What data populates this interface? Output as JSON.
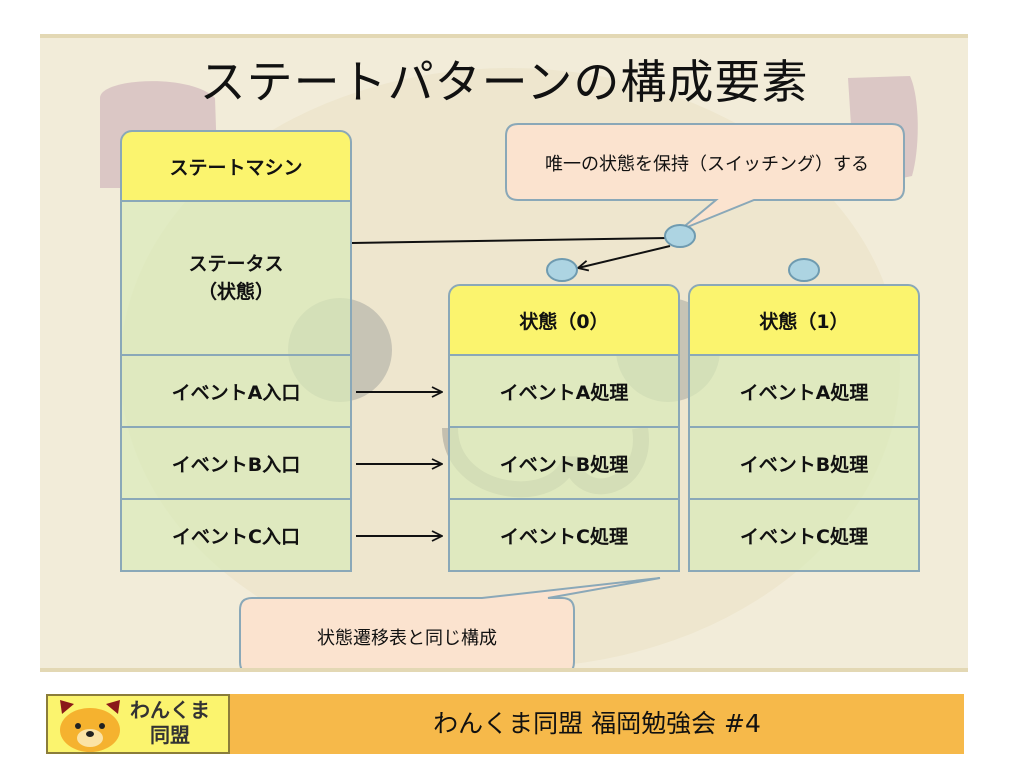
{
  "slide": {
    "title": "ステートパターンの構成要素",
    "state_machine": {
      "header": "ステートマシン",
      "status": [
        "ステータス",
        "（状態）"
      ],
      "events": [
        "イベントA入口",
        "イベントB入口",
        "イベントC入口"
      ]
    },
    "states": [
      {
        "header": "状態（0）",
        "events": [
          "イベントA処理",
          "イベントB処理",
          "イベントC処理"
        ]
      },
      {
        "header": "状態（1）",
        "events": [
          "イベントA処理",
          "イベントB処理",
          "イベントC処理"
        ]
      }
    ],
    "callout_top": "唯一の状態を保持（スイッチング）する",
    "callout_bottom": "状態遷移表と同じ構成"
  },
  "footer": {
    "logo_line1": "わんくま",
    "logo_line2": "同盟",
    "text": "わんくま同盟 福岡勉強会 #4"
  },
  "colors": {
    "header_yellow": "#fbf46e",
    "cell_green": "#dae9ba",
    "border_blue": "#8aa8b8",
    "callout_peach": "#fbe3cf",
    "footer_orange": "#f6b94a"
  }
}
